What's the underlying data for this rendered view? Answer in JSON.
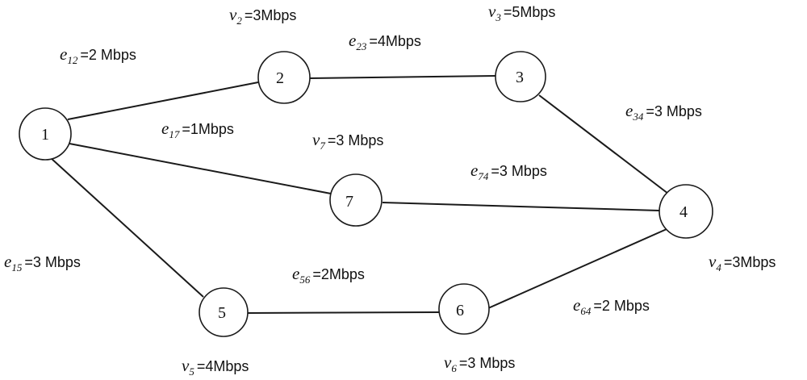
{
  "nodes": [
    {
      "id": "1"
    },
    {
      "id": "2"
    },
    {
      "id": "3"
    },
    {
      "id": "4"
    },
    {
      "id": "5"
    },
    {
      "id": "6"
    },
    {
      "id": "7"
    }
  ],
  "edges": [
    {
      "from": "1",
      "to": "2"
    },
    {
      "from": "2",
      "to": "3"
    },
    {
      "from": "3",
      "to": "4"
    },
    {
      "from": "1",
      "to": "7"
    },
    {
      "from": "7",
      "to": "4"
    },
    {
      "from": "1",
      "to": "5"
    },
    {
      "from": "5",
      "to": "6"
    },
    {
      "from": "6",
      "to": "4"
    }
  ],
  "labels": [
    {
      "symbol": "v",
      "sub": "2",
      "value": "=3Mbps"
    },
    {
      "symbol": "v",
      "sub": "3",
      "value": "=5Mbps"
    },
    {
      "symbol": "e",
      "sub": "12",
      "value": "=2 Mbps"
    },
    {
      "symbol": "e",
      "sub": "23",
      "value": "=4Mbps"
    },
    {
      "symbol": "e",
      "sub": "34",
      "value": "=3 Mbps"
    },
    {
      "symbol": "e",
      "sub": "17",
      "value": "=1Mbps"
    },
    {
      "symbol": "v",
      "sub": "7",
      "value": "=3 Mbps"
    },
    {
      "symbol": "e",
      "sub": "74",
      "value": "=3 Mbps"
    },
    {
      "symbol": "e",
      "sub": "15",
      "value": "=3 Mbps"
    },
    {
      "symbol": "e",
      "sub": "56",
      "value": "=2Mbps"
    },
    {
      "symbol": "v",
      "sub": "4",
      "value": "=3Mbps"
    },
    {
      "symbol": "e",
      "sub": "64",
      "value": "=2 Mbps"
    },
    {
      "symbol": "v",
      "sub": "5",
      "value": "=4Mbps"
    },
    {
      "symbol": "v",
      "sub": "6",
      "value": "=3 Mbps"
    }
  ]
}
